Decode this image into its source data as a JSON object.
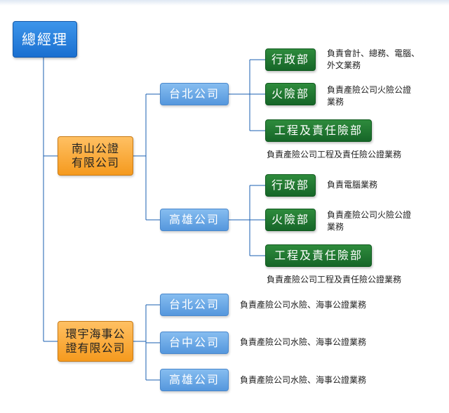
{
  "root": {
    "label": "總經理"
  },
  "companies": [
    {
      "label_line1": "南山公證",
      "label_line2": "有限公司",
      "branches": [
        {
          "label": "台北公司",
          "departments": [
            {
              "label": "行政部",
              "desc_line1": "負責會計、總務、電腦、",
              "desc_line2": "外文業務"
            },
            {
              "label": "火險部",
              "desc_line1": "負責產險公司火險公證",
              "desc_line2": "業務"
            },
            {
              "label": "工程及責任險部",
              "desc_line1": "負責產險公司工程及責任險公證業務"
            }
          ]
        },
        {
          "label": "高雄公司",
          "departments": [
            {
              "label": "行政部",
              "desc_line1": "負責電腦業務"
            },
            {
              "label": "火險部",
              "desc_line1": "負責產險公司火險公證",
              "desc_line2": "業務"
            },
            {
              "label": "工程及責任險部",
              "desc_line1": "負責產險公司工程及責任險公證業務"
            }
          ]
        }
      ]
    },
    {
      "label_line1": "環宇海事公",
      "label_line2": "證有限公司",
      "branches": [
        {
          "label": "台北公司",
          "desc": "負責產險公司水險、海事公證業務"
        },
        {
          "label": "台中公司",
          "desc": "負責產險公司水險、海事公證業務"
        },
        {
          "label": "高雄公司",
          "desc": "負責產險公司水險、海事公證業務"
        }
      ]
    }
  ],
  "colors": {
    "root": "#1f78d8",
    "company": "#f7a330",
    "branch": "#6aa8e8",
    "department": "#1f7a30",
    "connector": "#1a5fb0"
  }
}
